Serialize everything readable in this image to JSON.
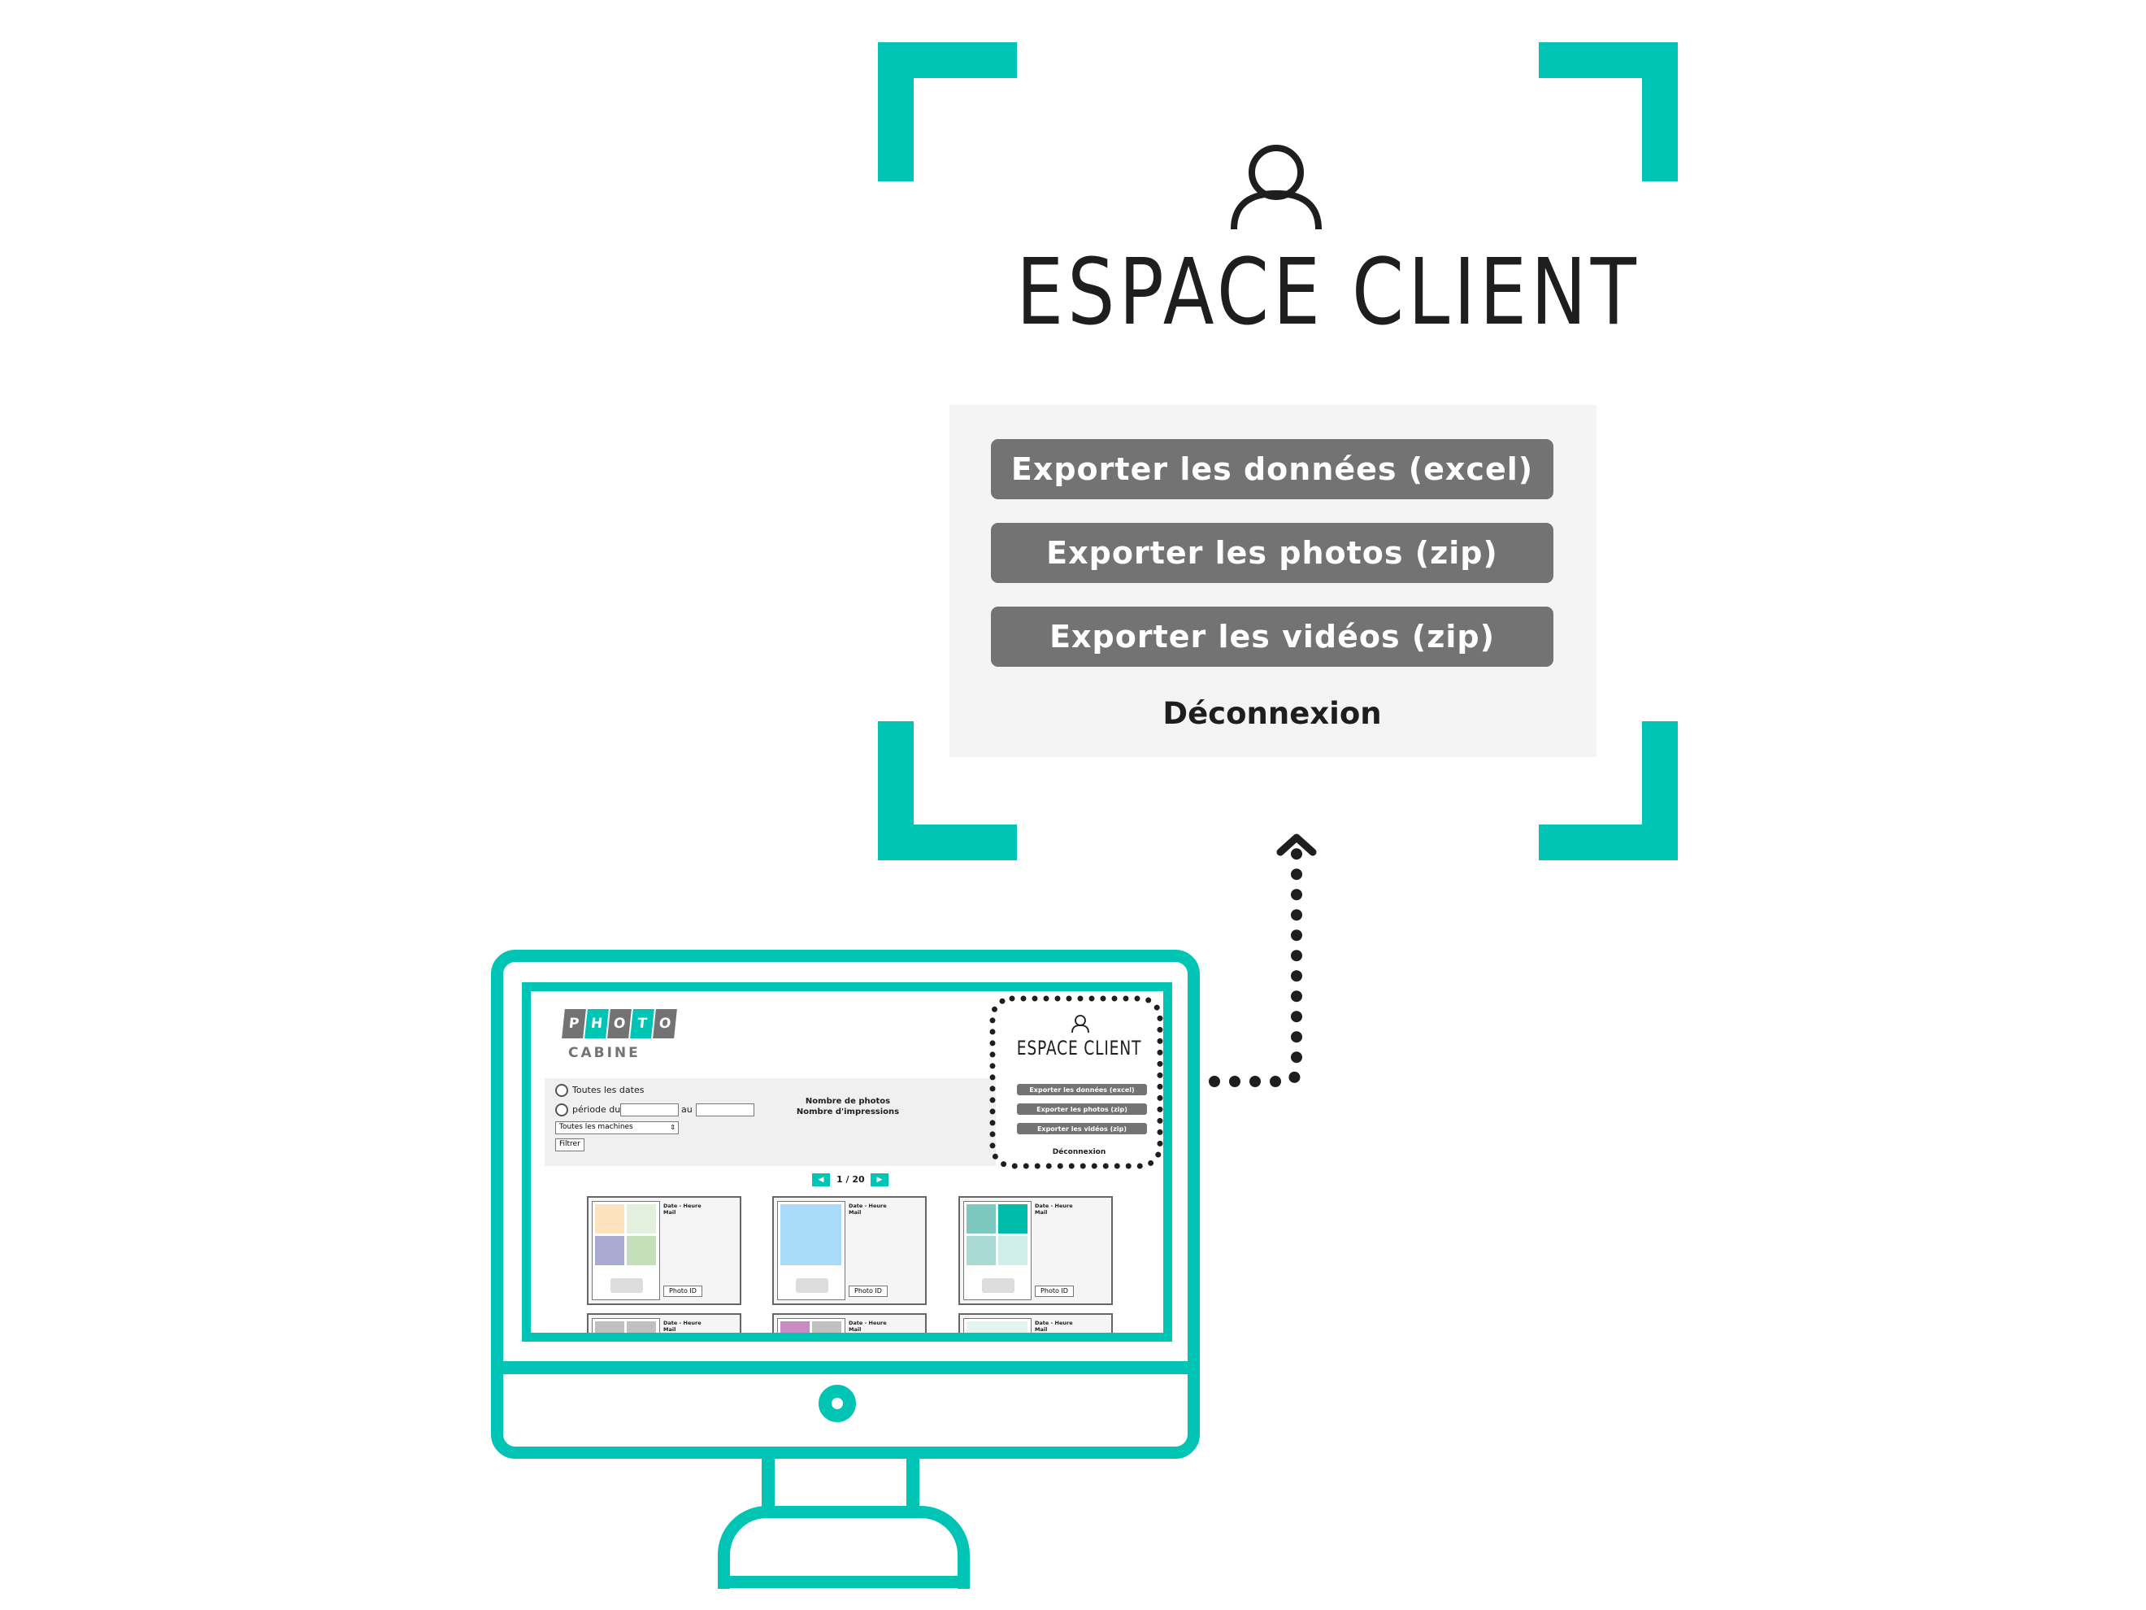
{
  "colors": {
    "accent": "#00c4b4",
    "button": "#737373",
    "panel": "#f4f4f4"
  },
  "espace_client": {
    "icon": "user-icon",
    "title": "ESPACE CLIENT",
    "buttons": [
      {
        "label": "Exporter les données (excel)"
      },
      {
        "label": "Exporter les photos (zip)"
      },
      {
        "label": "Exporter les vidéos (zip)"
      }
    ],
    "logout": "Déconnexion"
  },
  "screen": {
    "logo": {
      "letters": [
        "P",
        "H",
        "O",
        "T",
        "O"
      ],
      "subtitle": "CABINE"
    },
    "filters": {
      "all_dates": "Toutes les dates",
      "period_from": "période du",
      "period_to": "au",
      "machines_select": "Toutes les machines",
      "filter_button": "Filtrer"
    },
    "stats": {
      "photos": "Nombre de photos",
      "prints": "Nombre d'impressions"
    },
    "pagination": "1 / 20",
    "cards": [
      {
        "meta_1": "Date - Heure",
        "meta_2": "Mail",
        "id": "Photo ID",
        "colors": [
          "#fde2c0",
          "#e3f0dd",
          "#a8aad2",
          "#c4dfba"
        ]
      },
      {
        "meta_1": "Date - Heure",
        "meta_2": "Mail",
        "id": "Photo ID",
        "colors": [
          "#a9daf7"
        ]
      },
      {
        "meta_1": "Date - Heure",
        "meta_2": "Mail",
        "id": "Photo ID",
        "colors": [
          "#7cc8be",
          "#00bca9",
          "#a9dad3",
          "#d0ede9"
        ]
      },
      {
        "meta_1": "Date - Heure",
        "meta_2": "Mail",
        "colors": [
          "#c0c0c0",
          "#c0c0c0"
        ]
      },
      {
        "meta_1": "Date - Heure",
        "meta_2": "Mail",
        "colors": [
          "#c88bc3",
          "#c0c0c0"
        ]
      },
      {
        "meta_1": "Date - Heure",
        "meta_2": "Mail",
        "colors": [
          "#e3f5f3"
        ]
      }
    ]
  }
}
